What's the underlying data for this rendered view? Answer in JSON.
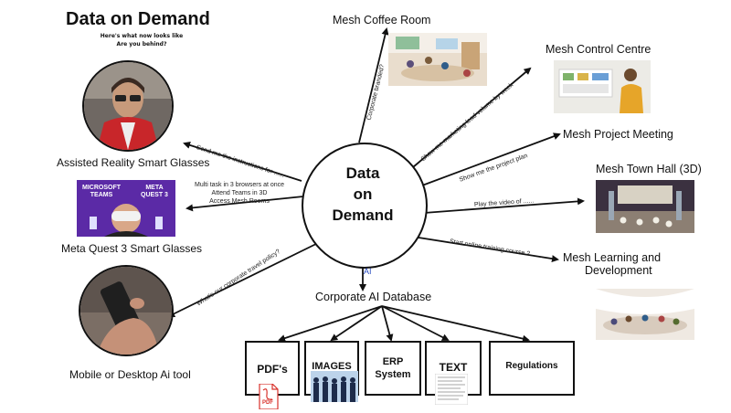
{
  "title": "Data on Demand",
  "subtitle_line1": "Here's what now looks like",
  "subtitle_line2": "Are you behind?",
  "center": {
    "line1": "Data",
    "line2": "on",
    "line3": "Demand"
  },
  "nodes": {
    "coffee": "Mesh Coffee Room",
    "control": "Mesh Control Centre",
    "project": "Mesh Project Meeting",
    "townhall": "Mesh Town Hall (3D)",
    "learning_line1": "Mesh Learning and",
    "learning_line2": "Development",
    "glasses": "Assisted Reality Smart Glasses",
    "quest": "Meta Quest 3 Smart Glasses",
    "mobile": "Mobile or Desktop Ai tool",
    "database": "Corporate AI Database"
  },
  "connectors": {
    "coffee": "Corporate branded?",
    "control": "Show me marketing lead volume by week",
    "project": "Show me the project plan",
    "townhall": "Play the video of ......",
    "learning": "Start online training course 2 ......",
    "glasses": "Send me the instructions for ......",
    "quest_line1": "Multi task in 3 browsers at once",
    "quest_line2": "Attend Teams in 3D",
    "quest_line3": "Access Mesh Rooms",
    "mobile": "What's our corporate travel policy?",
    "ai": "AI"
  },
  "quest_image": {
    "left_line1": "MICROSOFT",
    "left_line2": "TEAMS",
    "right_line1": "META",
    "right_line2": "QUEST 3"
  },
  "boxes": {
    "pdf": "PDF's",
    "pdf_icon": "PDF",
    "images": "IMAGES",
    "erp_line1": "ERP",
    "erp_line2": "System",
    "text": "TEXT",
    "regulations": "Regulations"
  },
  "icons": [
    "pdf-file-icon",
    "people-silhouette-icon",
    "text-document-icon",
    "ai-sparkle-icon"
  ],
  "colors": {
    "line": "#111111",
    "ai_blue": "#2a4cbf",
    "pdf_red": "#d8312b",
    "quest_purple": "#6a2fb8"
  }
}
